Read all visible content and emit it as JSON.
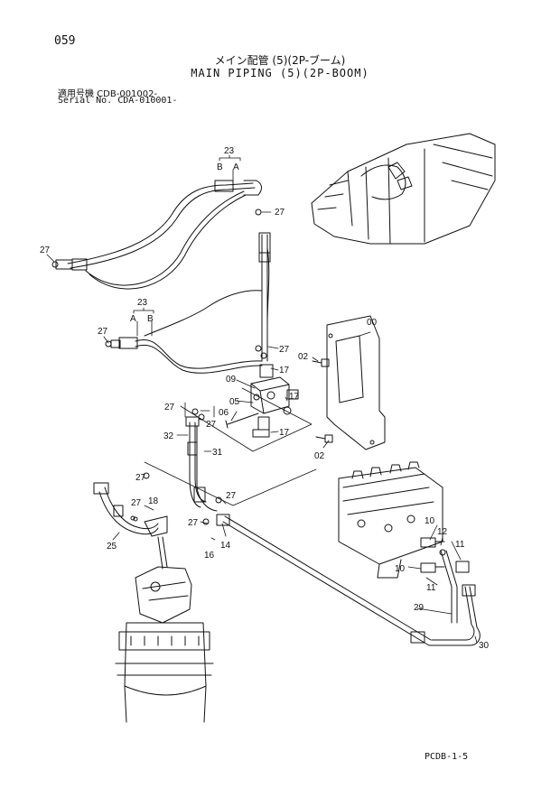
{
  "header": {
    "page_number": "059",
    "title_jp": "メイン配管 (5)(2P-ブーム)",
    "title_en": "MAIN PIPING (5)(2P-BOOM)",
    "serial_jp": "適用号機 CDB-001002-",
    "serial_en": "Serial No. CDA-010001-"
  },
  "footer": {
    "code": "PCDB-1-5"
  },
  "callouts": {
    "c23a": "23",
    "c23a_b": "B",
    "c23a_a": "A",
    "c27a": "27",
    "c27b": "27",
    "c23b": "23",
    "c23b_a": "A",
    "c23b_b": "B",
    "c27c": "27",
    "c27d": "27",
    "c17a": "17",
    "c09": "09",
    "c05": "05",
    "c06": "06",
    "c27e": "27",
    "c27f": "27",
    "c17b": "17",
    "c17c": "17",
    "c32": "32",
    "c31": "31",
    "c27g": "27",
    "c27h": "27",
    "c18": "18",
    "c25": "25",
    "c27i": "27",
    "c27j": "27",
    "c16": "16",
    "c14": "14",
    "c00": "00",
    "c02a": "02",
    "c02b": "02",
    "c10a": "10",
    "c12": "12",
    "c11a": "11",
    "c10b": "10",
    "c11b": "11",
    "c29": "29",
    "c30": "30"
  }
}
